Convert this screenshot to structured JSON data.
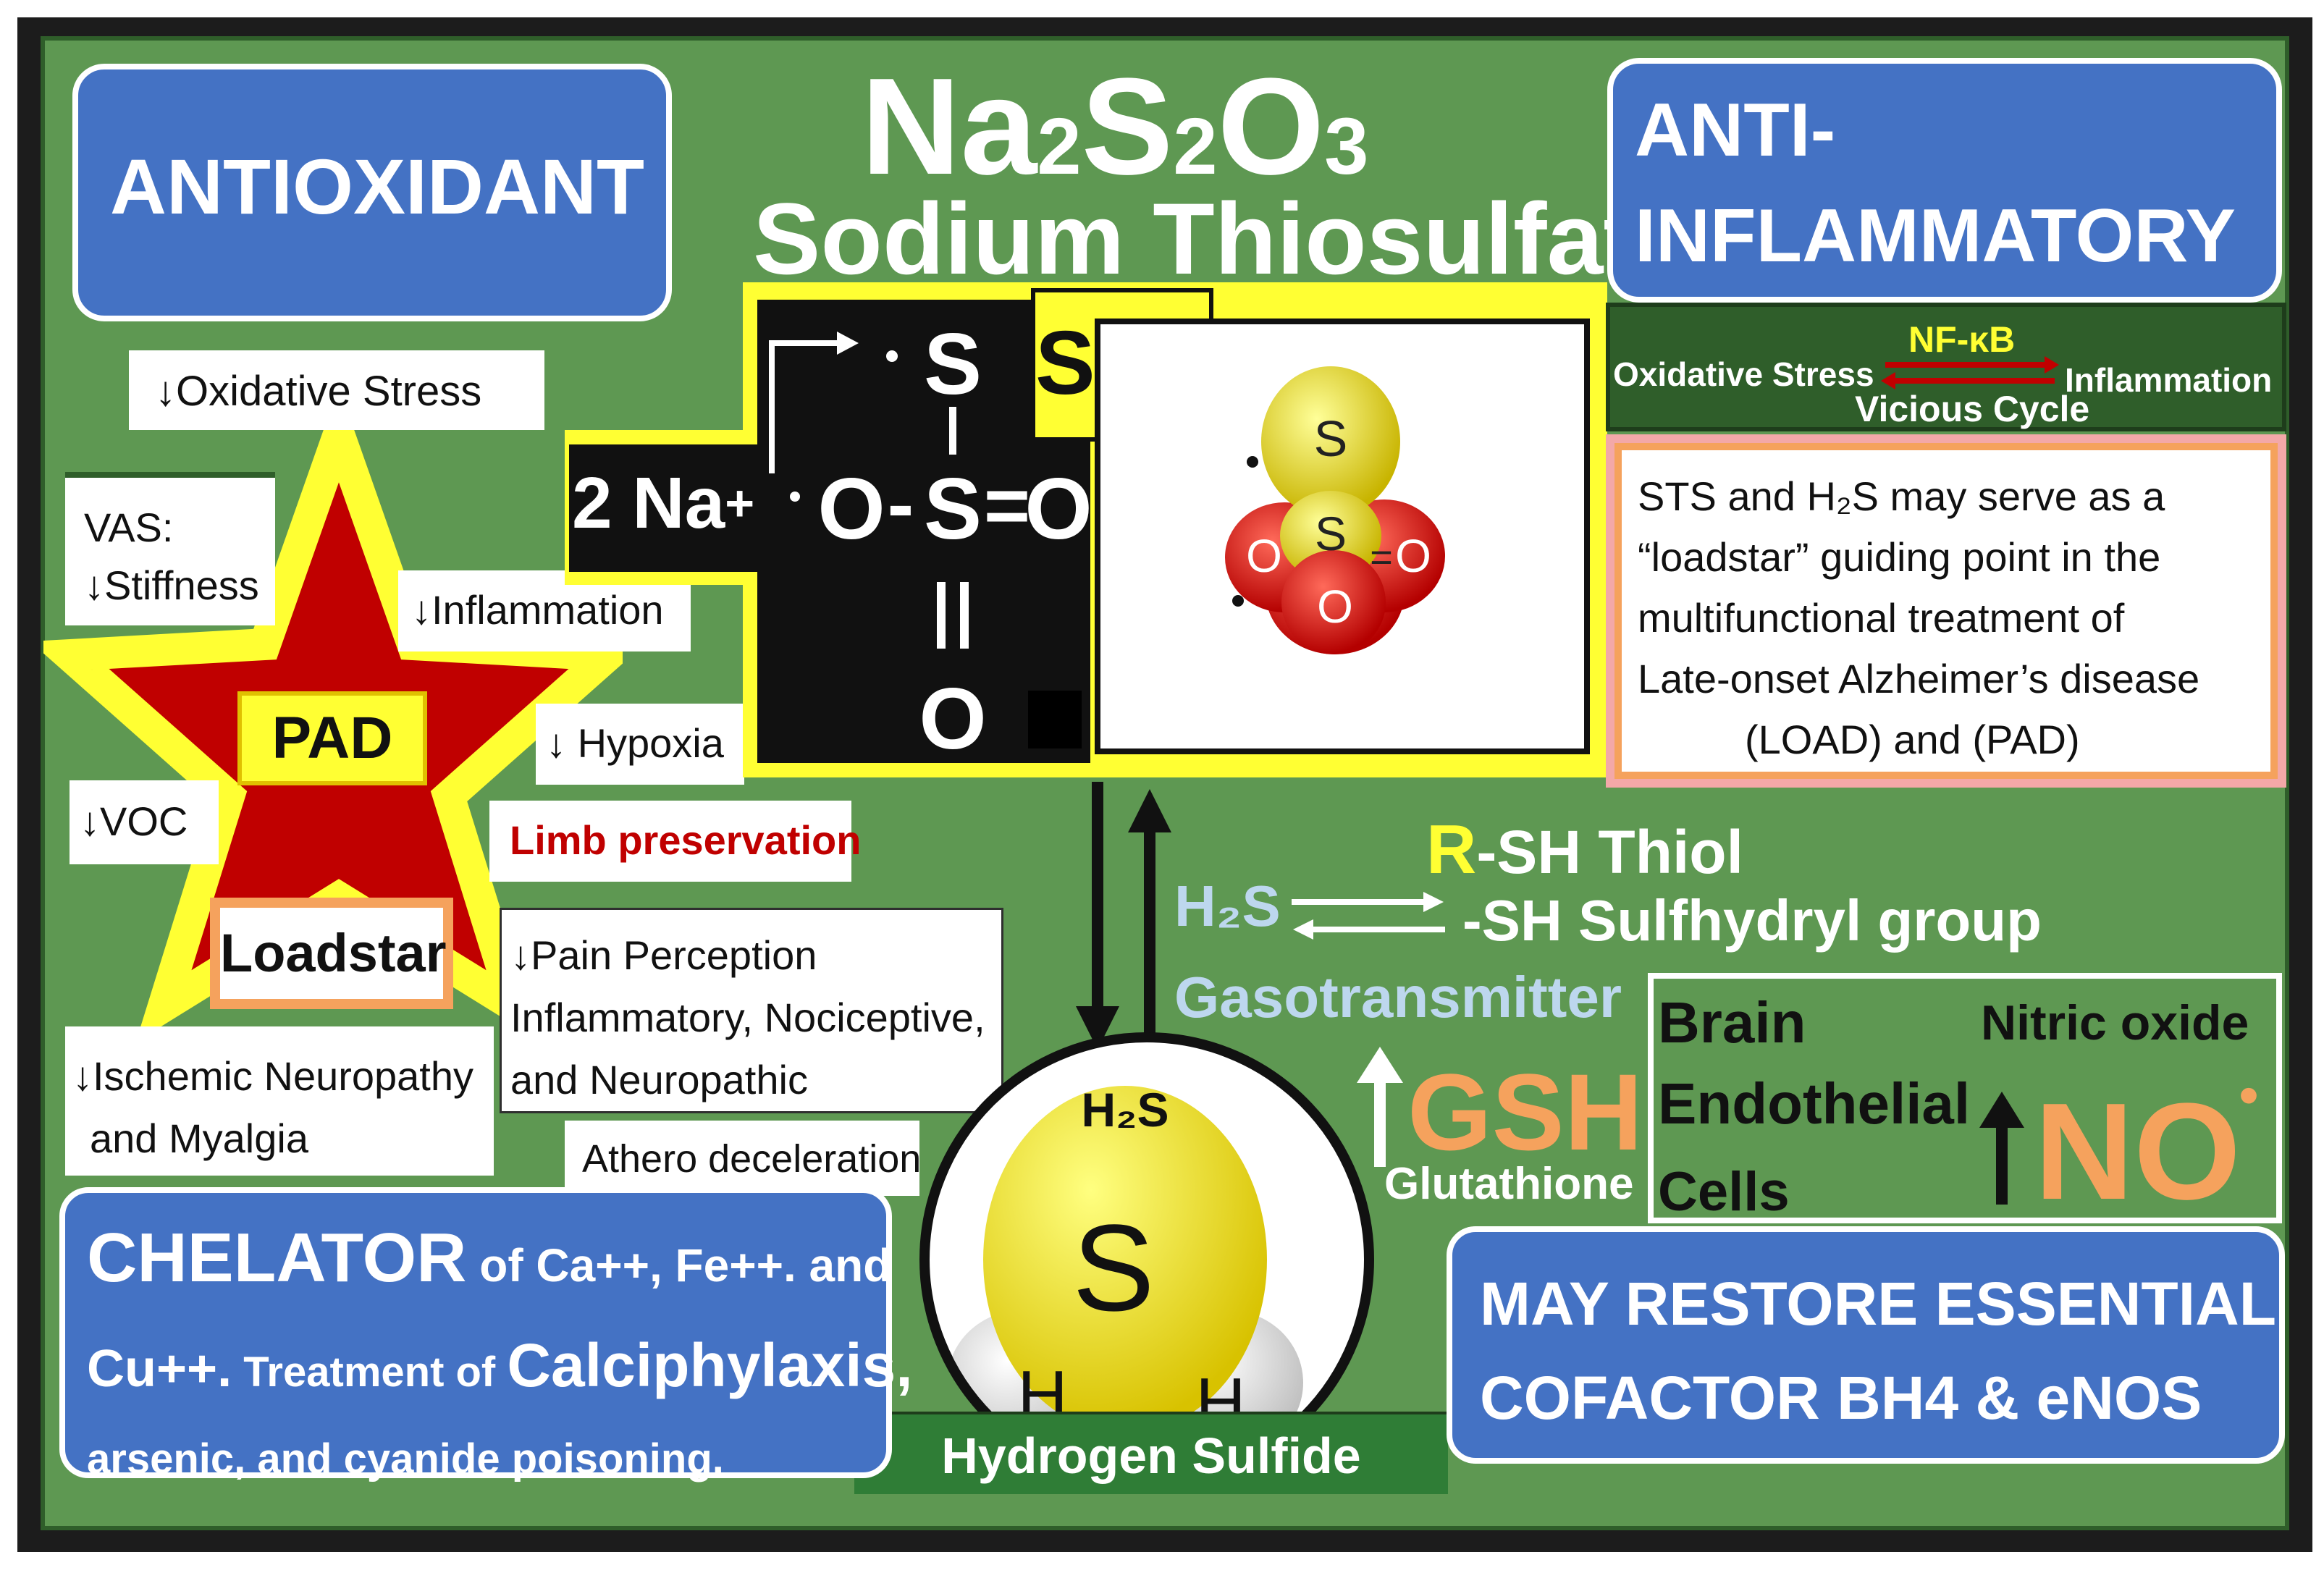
{
  "title": {
    "formula_parts": [
      "Na",
      "2",
      "S",
      "2",
      "O",
      "3"
    ],
    "name": "Sodium Thiosulfate"
  },
  "antioxidant": {
    "label": "ANTIOXIDANT"
  },
  "anti_inflammatory": {
    "line1": "ANTI-",
    "line2": "INFLAMMATORY"
  },
  "star": {
    "center_label": "PAD",
    "bottom_label": "Loadstar"
  },
  "effects": {
    "oxidative_stress": "Oxidative Stress",
    "vas_title": "VAS:",
    "vas_stiffness": "Stiffness",
    "inflammation": "Inflammation",
    "hypoxia": "Hypoxia",
    "voc": "VOC",
    "limb_preservation": "Limb preservation",
    "pain_line1": "Pain Perception",
    "pain_line2": "Inflammatory, Nociceptive,",
    "pain_line3": "and Neuropathic",
    "ischemic_line1": "Ischemic Neuropathy",
    "ischemic_line2": "and Myalgia",
    "athero": "Athero deceleration"
  },
  "structure": {
    "sodium": "2 Na",
    "sodium_charge": "+",
    "sts_label": "STS",
    "atom_s_top": "S",
    "atom_o_left": "O",
    "atom_s_center": "S",
    "atom_o_right": "O",
    "atom_o_bottom": "O",
    "bond_single": "-",
    "bond_double": "="
  },
  "molecule": {
    "s1": "S",
    "s2": "S",
    "o1": "O",
    "o2": "O",
    "o3": "O",
    "eq": "="
  },
  "vicious_cycle": {
    "left": "Oxidative Stress",
    "mediator": "NF-κB",
    "right": "Inflammation",
    "caption": "Vicious Cycle"
  },
  "loadstar_note": {
    "line1": "STS and H₂S may serve as a",
    "line2": "“loadstar” guiding point in the",
    "line3": "multifunctional treatment of",
    "line4": "Late-onset Alzheimer’s disease",
    "line5": "(LOAD) and (PAD)"
  },
  "thiol": {
    "r": "R",
    "text": "-SH  Thiol",
    "sulfhydryl": "-SH Sulfhydryl group",
    "h2s": "H₂S",
    "gasotransmitter": "Gasotransmitter"
  },
  "gsh": {
    "label": "GSH",
    "name": "Glutathione"
  },
  "brain_box": {
    "brain": "Brain",
    "endothelial": "Endothelial",
    "cells": "Cells",
    "nitric_oxide": "Nitric oxide",
    "no": "NO",
    "dot": "•"
  },
  "h2s_molecule": {
    "formula": "H₂S",
    "s": "S",
    "h_left": "H",
    "h_right": "H",
    "caption": "Hydrogen Sulfide"
  },
  "chelator": {
    "big": "CHELATOR",
    "part1": " of Ca++, Fe++. and",
    "line2a": "Cu++.",
    "line2b": " Treatment of ",
    "line2c": "Calciphylaxis,",
    "line3": "arsenic, and cyanide poisoning."
  },
  "restore": {
    "line1": "MAY RESTORE ESSENTIAL",
    "line2": "COFACTOR BH4 & eNOS"
  },
  "colors": {
    "green": "#5e9852",
    "dark_green": "#2f5e2a",
    "blue": "#4472c4",
    "yellow": "#ffff33",
    "star_red": "#c00000",
    "orange": "#f5a25d",
    "limb_red": "#c00000",
    "gsh_orange": "#f5a25d",
    "light_blue": "#bdd7ee"
  },
  "icons": [
    "down-arrow-icon",
    "up-arrow-icon",
    "equilibrium-arrows-icon",
    "star-icon"
  ]
}
